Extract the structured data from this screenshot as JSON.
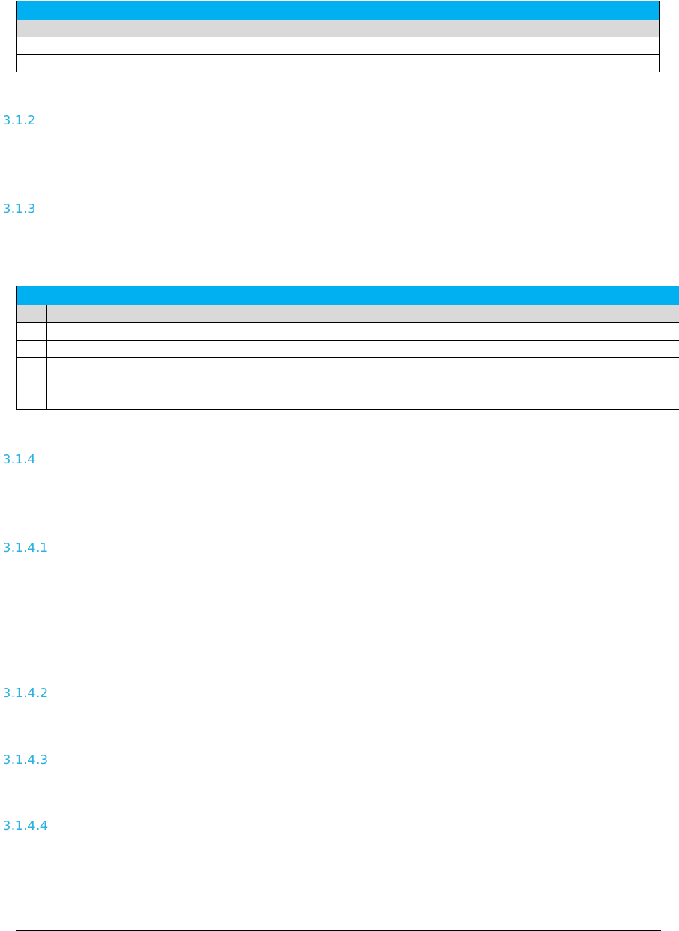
{
  "headings": {
    "h1": "3.1.2",
    "h2": "3.1.3",
    "h3": "3.1.4",
    "h4": "3.1.4.1",
    "h5": "3.1.4.2",
    "h6": "3.1.4.3",
    "h7": "3.1.4.4"
  },
  "colors": {
    "table_header": "#00b0f0",
    "table_subheader": "#d9d9d9",
    "heading_text": "#2bb2e0"
  }
}
